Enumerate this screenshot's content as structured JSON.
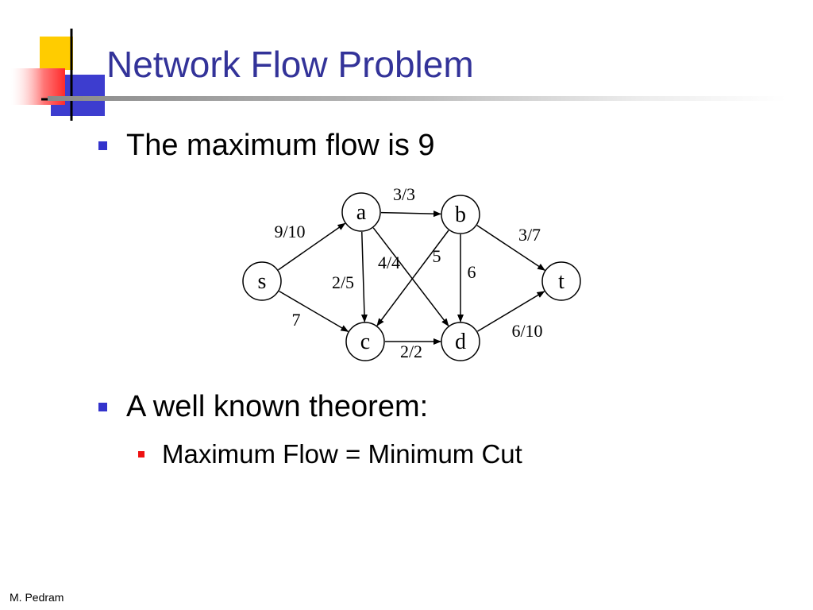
{
  "slide": {
    "title": "Network Flow Problem",
    "bullets": [
      {
        "text": "The maximum flow is 9",
        "level": 1
      },
      {
        "text": "A well known theorem:",
        "level": 1
      },
      {
        "text": "Maximum Flow = Minimum Cut",
        "level": 2
      }
    ],
    "footer": "M. Pedram"
  },
  "graph": {
    "nodes": [
      {
        "id": "s",
        "label": "s"
      },
      {
        "id": "a",
        "label": "a"
      },
      {
        "id": "b",
        "label": "b"
      },
      {
        "id": "c",
        "label": "c"
      },
      {
        "id": "d",
        "label": "d"
      },
      {
        "id": "t",
        "label": "t"
      }
    ],
    "edges": [
      {
        "from": "s",
        "to": "a",
        "label": "9/10"
      },
      {
        "from": "s",
        "to": "c",
        "label": "7"
      },
      {
        "from": "a",
        "to": "b",
        "label": "3/3"
      },
      {
        "from": "a",
        "to": "c",
        "label": "2/5"
      },
      {
        "from": "a",
        "to": "d",
        "label": "4/4"
      },
      {
        "from": "b",
        "to": "c",
        "label": "5"
      },
      {
        "from": "b",
        "to": "d",
        "label": "6"
      },
      {
        "from": "b",
        "to": "t",
        "label": "3/7"
      },
      {
        "from": "c",
        "to": "d",
        "label": "2/2"
      },
      {
        "from": "d",
        "to": "t",
        "label": "6/10"
      }
    ]
  },
  "colors": {
    "title": "#333399",
    "bullet_level1": "#3333cc",
    "bullet_level2": "#ee1111",
    "logo_yellow": "#ffcc00",
    "logo_red": "#ff5555",
    "logo_blue": "#3333cc"
  }
}
